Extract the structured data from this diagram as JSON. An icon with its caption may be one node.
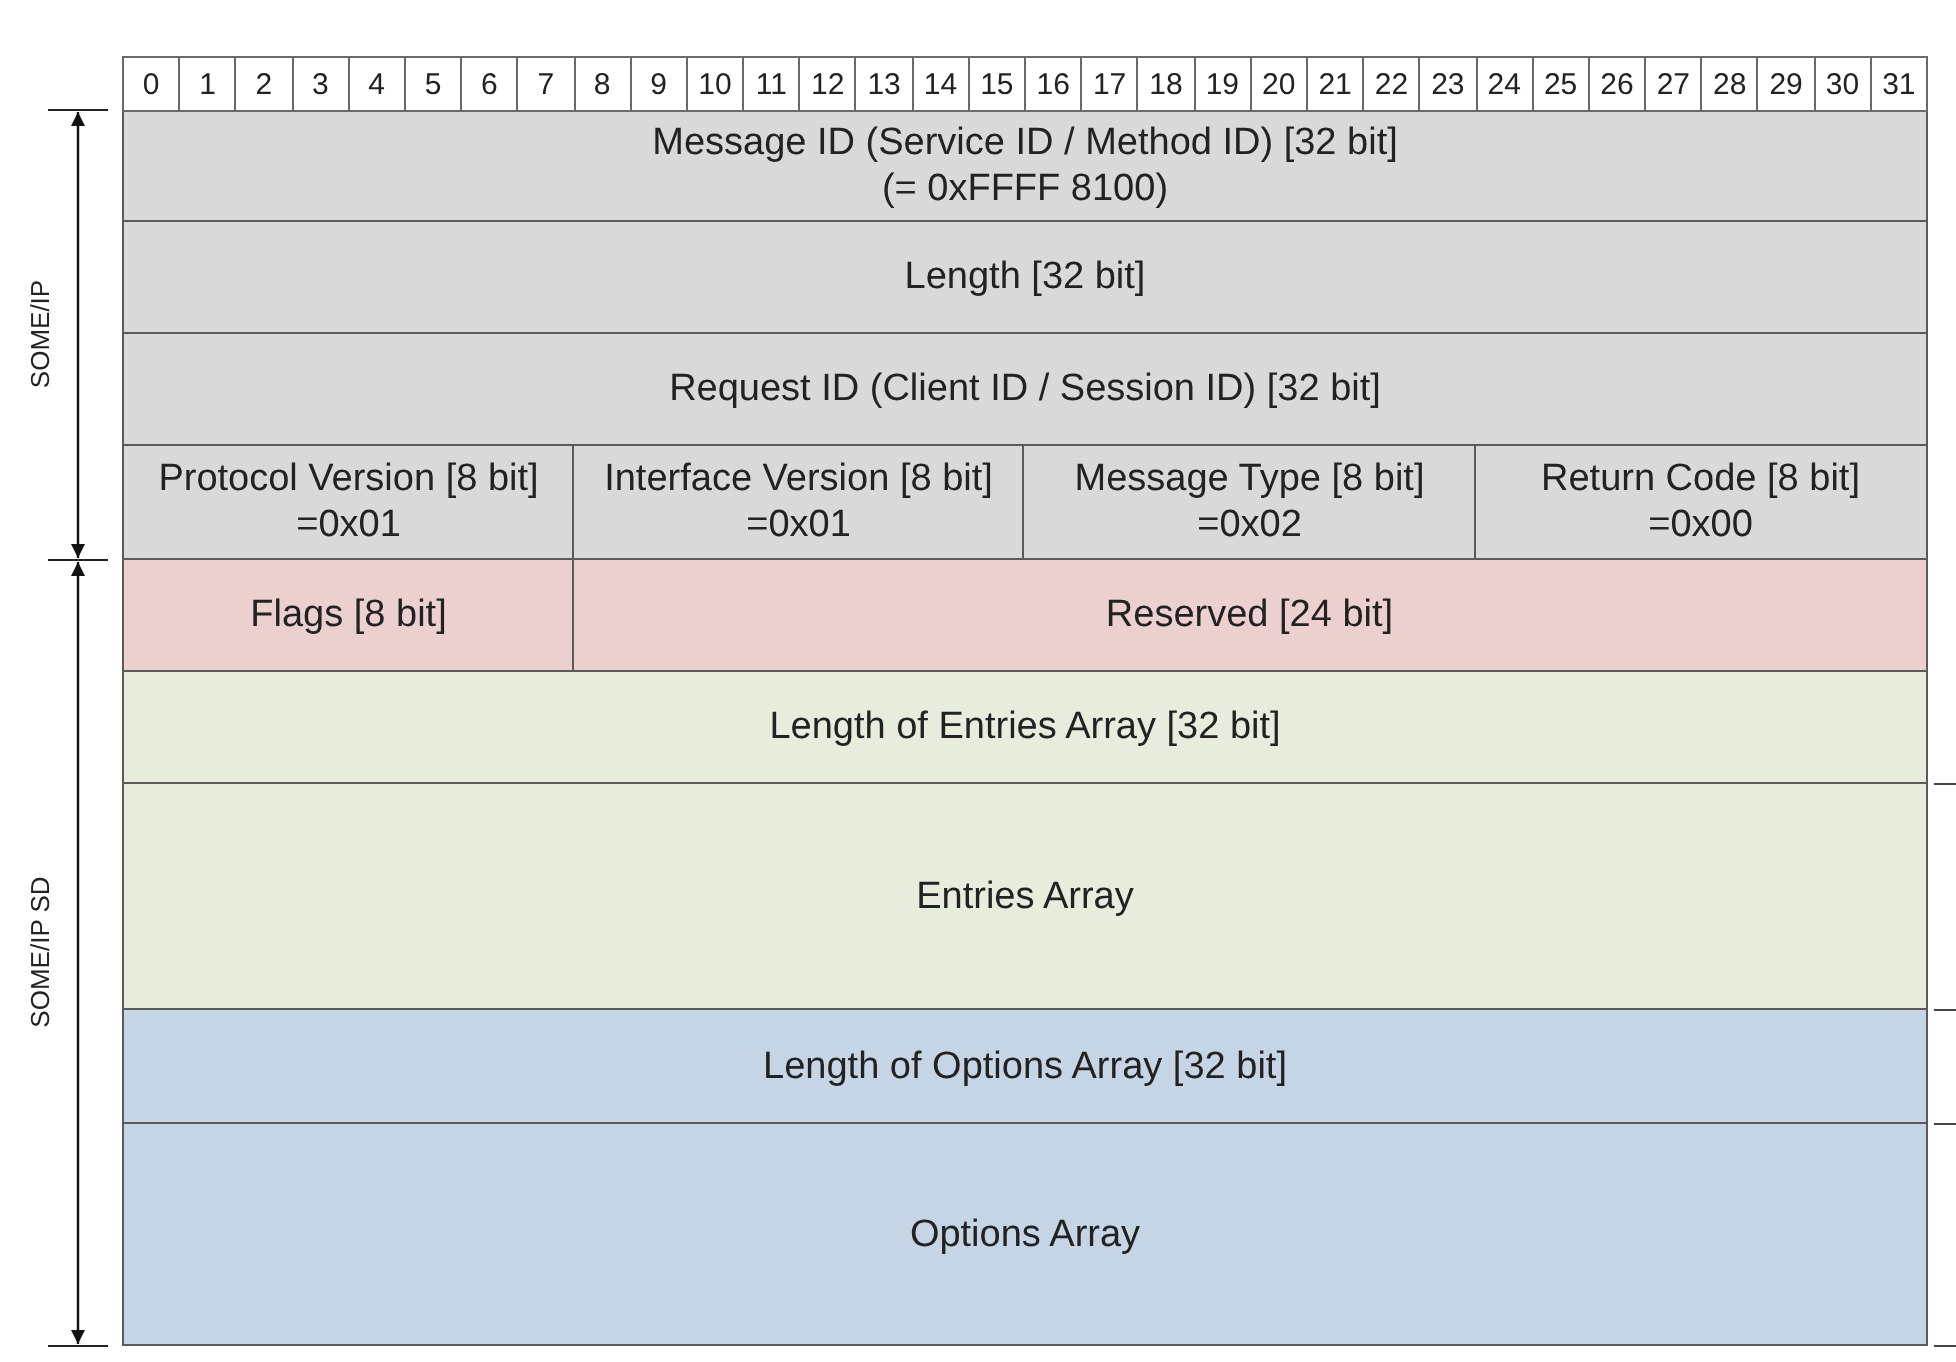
{
  "diagram": {
    "nodes": [
      {
        "text": [
          "Message ID (Service ID / Method ID) [32 bit]",
          "(= 0xFFFF 8100)"
        ]
      },
      {
        "text": [
          "Length [32 bit]"
        ]
      },
      {
        "text": [
          "Request ID (Client ID / Session ID) [32 bit]"
        ]
      },
      {
        "text": [
          "Protocol Version [8 bit]",
          "=0x01"
        ]
      },
      {
        "text": [
          "Interface Version [8 bit]",
          "=0x01"
        ]
      },
      {
        "text": [
          "Message Type [8 bit]",
          "=0x02"
        ]
      },
      {
        "text": [
          "Return Code [8 bit]",
          "=0x00"
        ]
      },
      {
        "text": [
          "Flags [8 bit]"
        ]
      },
      {
        "text": [
          "Reserved [24 bit]"
        ]
      },
      {
        "text": [
          "Length of Entries Array [32 bit]"
        ]
      },
      {
        "text": [
          "Entries Array"
        ]
      },
      {
        "text": [
          "Length of Options Array [32 bit]"
        ]
      },
      {
        "text": [
          "Options Array"
        ]
      }
    ],
    "labels": [
      "0",
      "1",
      "2",
      "3",
      "4",
      "5",
      "6",
      "7",
      "8",
      "9",
      "10",
      "11",
      "12",
      "13",
      "14",
      "15",
      "16",
      "17",
      "18",
      "19",
      "20",
      "21",
      "22",
      "23",
      "24",
      "25",
      "26",
      "27",
      "28",
      "29",
      "30",
      "31",
      "SOME/IP",
      "SOME/IP SD"
    ]
  }
}
